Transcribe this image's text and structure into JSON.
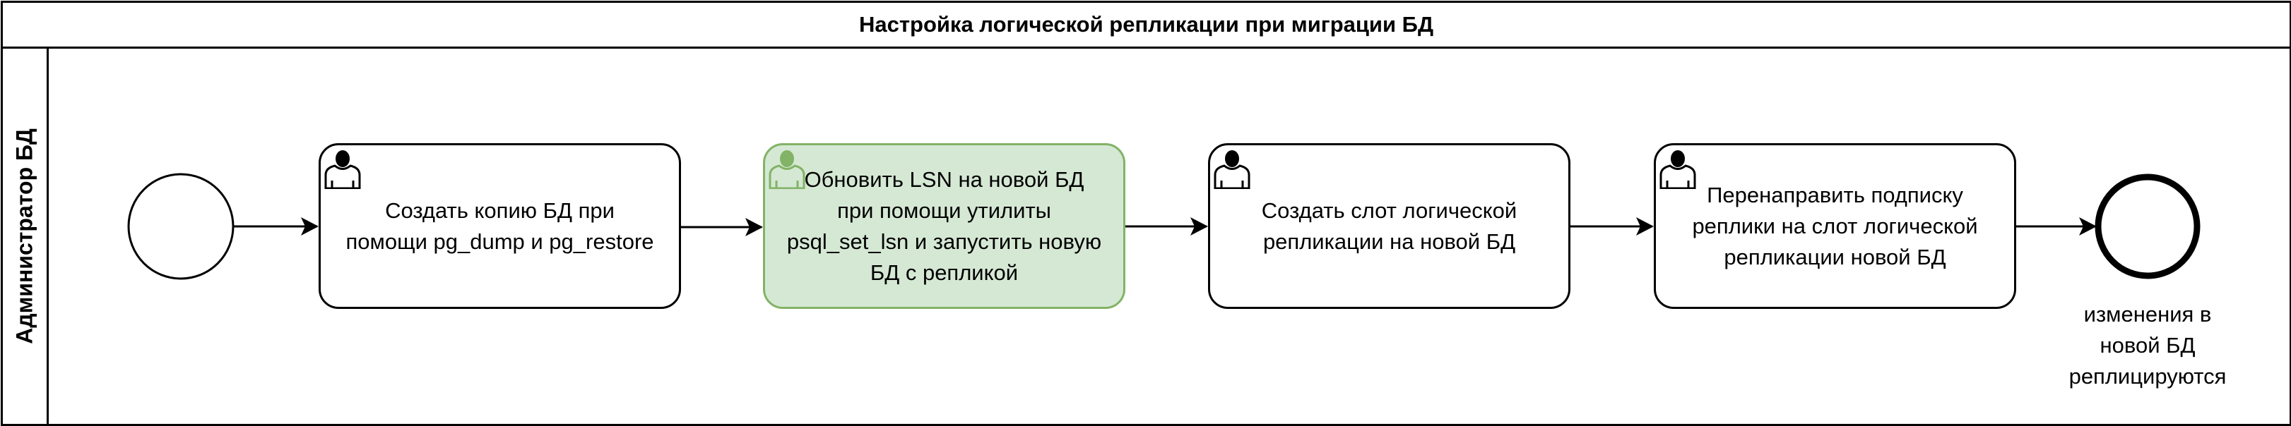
{
  "pool": {
    "title": "Настройка логической репликации при миграции БД",
    "lane_label": "Администратор БД"
  },
  "colors": {
    "highlight_fill": "#d5e8d4",
    "highlight_stroke": "#82b366",
    "stroke": "#000000"
  },
  "tasks": [
    {
      "label": "Создать копию БД при помощи pg_dump и pg_restore",
      "icon": "user-icon",
      "highlighted": false
    },
    {
      "label": "Обновить LSN на новой БД при помощи утилиты psql_set_lsn и запустить новую БД с репликой",
      "icon": "user-icon",
      "highlighted": true
    },
    {
      "label": "Создать слот логической репликации на новой БД",
      "icon": "user-icon",
      "highlighted": false
    },
    {
      "label": "Перенаправить подписку реплики на слот логической репликации новой БД",
      "icon": "user-icon",
      "highlighted": false
    }
  ],
  "end_event": {
    "label": "изменения в новой БД реплицируются"
  }
}
